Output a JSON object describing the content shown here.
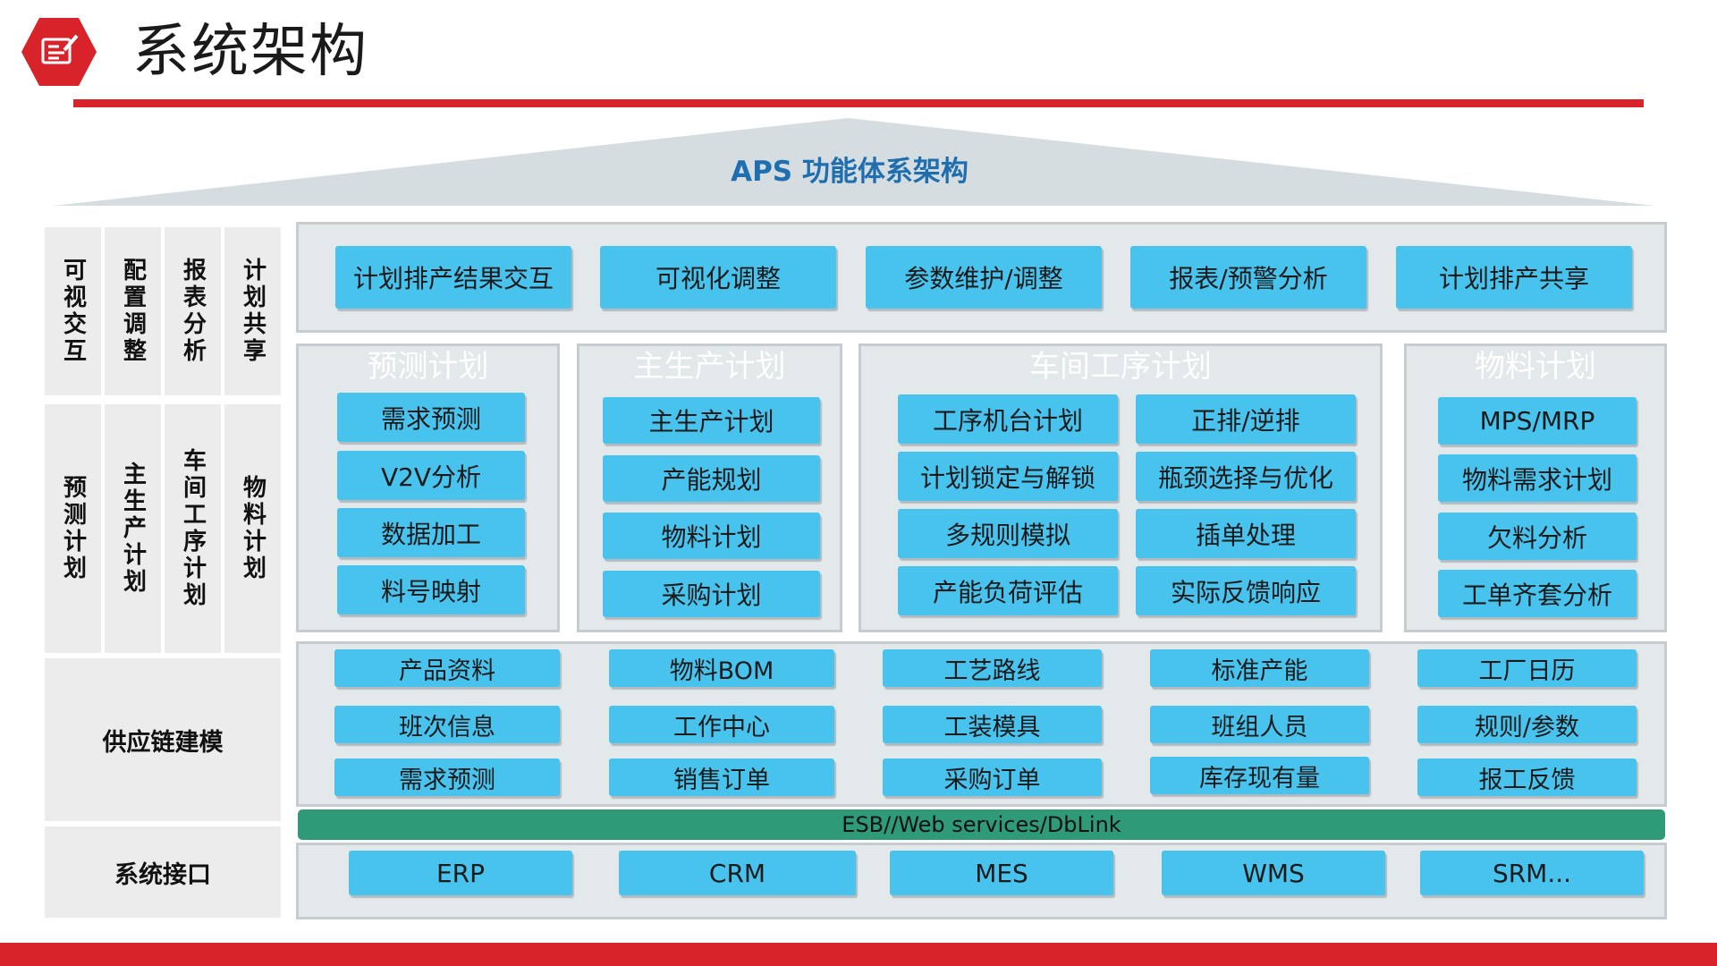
{
  "header": {
    "title": "系统架构"
  },
  "roof": {
    "title": "APS 功能体系架构"
  },
  "left_column": {
    "top_cells": [
      "可视交互",
      "配置调整",
      "报表分析",
      "计划共享"
    ],
    "mid_cells": [
      "预测计划",
      "主生产计划",
      "车间工序计划",
      "物料计划"
    ],
    "supply_chain": "供应链建模",
    "interface": "系统接口"
  },
  "interaction_row": [
    "计划排产结果交互",
    "可视化调整",
    "参数维护/调整",
    "报表/预警分析",
    "计划排产共享"
  ],
  "planning": {
    "forecast": {
      "title": "预测计划",
      "items": [
        "需求预测",
        "V2V分析",
        "数据加工",
        "料号映射"
      ]
    },
    "master": {
      "title": "主生产计划",
      "items": [
        "主生产计划",
        "产能规划",
        "物料计划",
        "采购计划"
      ]
    },
    "workshop": {
      "title": "车间工序计划",
      "items": [
        "工序机台计划",
        "正排/逆排",
        "计划锁定与解锁",
        "瓶颈选择与优化",
        "多规则模拟",
        "插单处理",
        "产能负荷评估",
        "实际反馈响应"
      ]
    },
    "material": {
      "title": "物料计划",
      "items": [
        "MPS/MRP",
        "物料需求计划",
        "欠料分析",
        "工单齐套分析"
      ]
    }
  },
  "supply_chain_grid": [
    "产品资料",
    "物料BOM",
    "工艺路线",
    "标准产能",
    "工厂日历",
    "班次信息",
    "工作中心",
    "工装模具",
    "班组人员",
    "规则/参数",
    "需求预测",
    "销售订单",
    "采购订单",
    "库存现有量",
    "报工反馈"
  ],
  "esb": "ESB//Web services/DbLink",
  "systems": [
    "ERP",
    "CRM",
    "MES",
    "WMS",
    "SRM..."
  ],
  "colors": {
    "accent_red": "#d8232a",
    "box_blue": "#47c3ee",
    "esb_green": "#2e9a78",
    "title_blue": "#1f6fb0"
  }
}
